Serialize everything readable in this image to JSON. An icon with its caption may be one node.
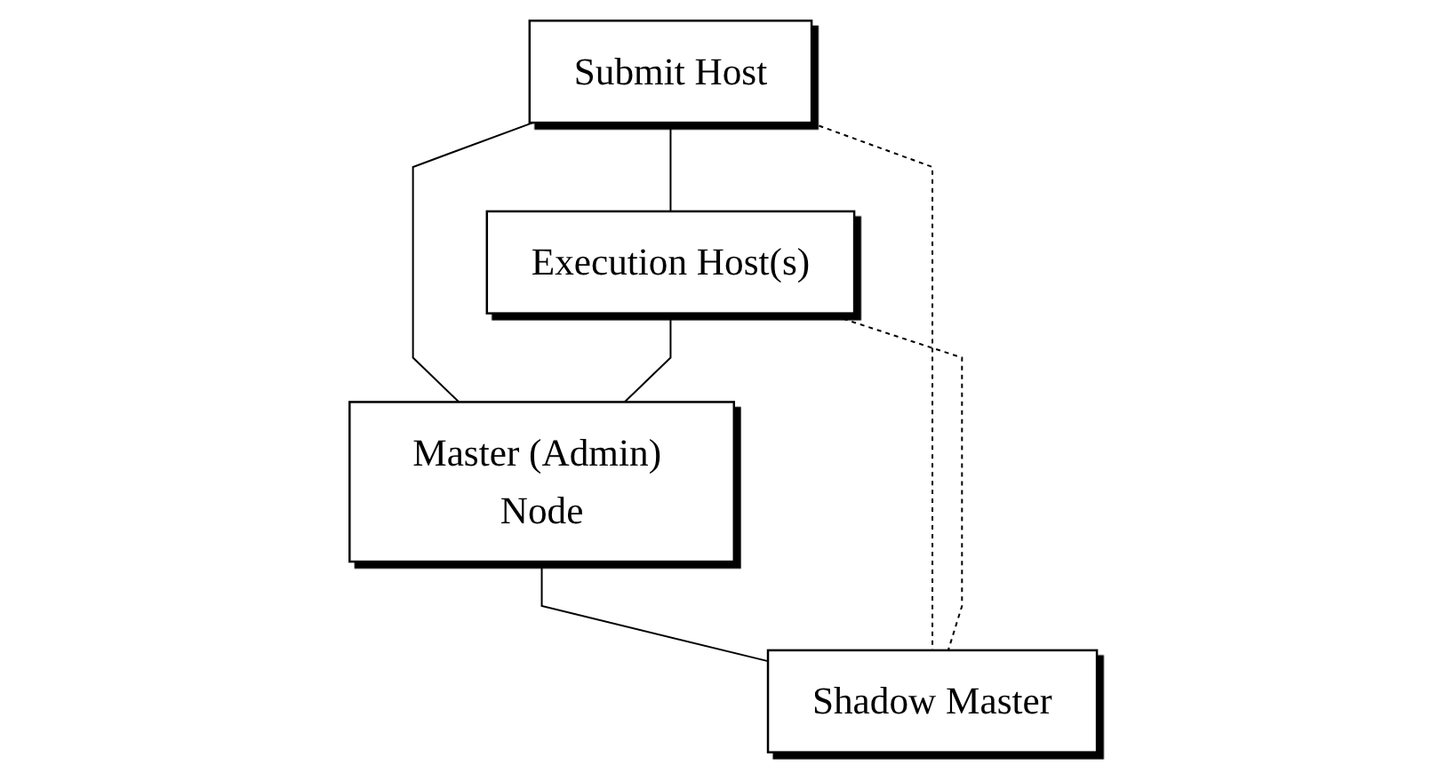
{
  "diagram": {
    "nodes": [
      {
        "text": [
          "Submit Host"
        ]
      },
      {
        "text": [
          "Execution Host(s)"
        ]
      },
      {
        "text": [
          "Master (Admin) Node"
        ]
      },
      {
        "text": [
          "Shadow Master"
        ]
      }
    ],
    "edges": [
      {
        "from": 0,
        "to": 1,
        "arrow": "none"
      },
      {
        "from": 0,
        "to": 2,
        "arrow": "none"
      },
      {
        "from": 1,
        "to": 2,
        "arrow": "none"
      },
      {
        "from": 2,
        "to": 3,
        "arrow": "none"
      },
      {
        "from": 0,
        "to": 3,
        "arrow": "none",
        "style": "dashed"
      },
      {
        "from": 1,
        "to": 3,
        "arrow": "none",
        "style": "dashed"
      }
    ]
  }
}
